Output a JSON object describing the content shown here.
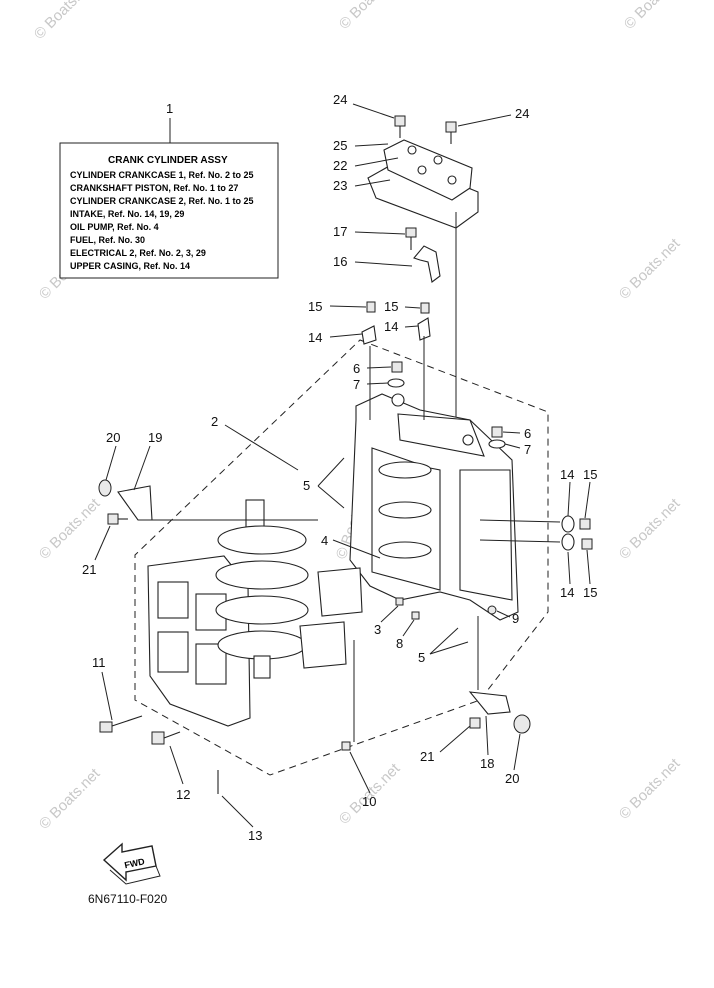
{
  "legend": {
    "ref_number": "1",
    "title": "CRANK CYLINDER ASSY",
    "lines": [
      "CYLINDER CRANKCASE 1, Ref. No. 2 to 25",
      "CRANKSHAFT PISTON, Ref. No. 1 to 27",
      "CYLINDER CRANKCASE 2, Ref. No. 1 to 25",
      "INTAKE, Ref. No. 14, 19, 29",
      "OIL PUMP, Ref. No. 4",
      "FUEL, Ref. No. 30",
      "ELECTRICAL 2, Ref. No. 2, 3, 29",
      "UPPER CASING, Ref. No. 14"
    ]
  },
  "callouts": [
    "24",
    "24",
    "25",
    "22",
    "23",
    "17",
    "16",
    "15",
    "15",
    "14",
    "14",
    "6",
    "7",
    "2",
    "6",
    "7",
    "20",
    "19",
    "5",
    "14",
    "15",
    "4",
    "21",
    "14",
    "15",
    "3",
    "8",
    "9",
    "5",
    "11",
    "21",
    "18",
    "20",
    "12",
    "10",
    "13"
  ],
  "direction_badge": "FWD",
  "figure_code": "6N67110-F020",
  "watermark": "© Boats.net"
}
